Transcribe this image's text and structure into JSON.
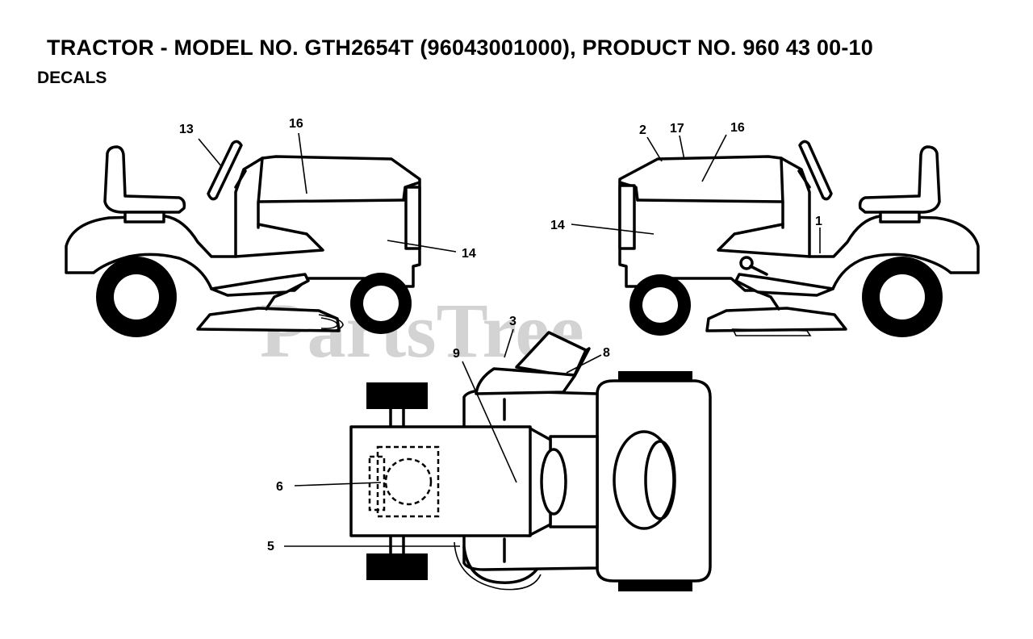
{
  "header": {
    "title": "TRACTOR - MODEL NO. GTH2654T (96043001000), PRODUCT NO. 960 43 00-10",
    "subtitle": "DECALS"
  },
  "watermark": "PartsTree",
  "callouts": {
    "left_13": "13",
    "left_16": "16",
    "left_14": "14",
    "right_2": "2",
    "right_17": "17",
    "right_16": "16",
    "right_14": "14",
    "right_1": "1",
    "top_3": "3",
    "top_9": "9",
    "top_8": "8",
    "top_6": "6",
    "top_5": "5"
  }
}
